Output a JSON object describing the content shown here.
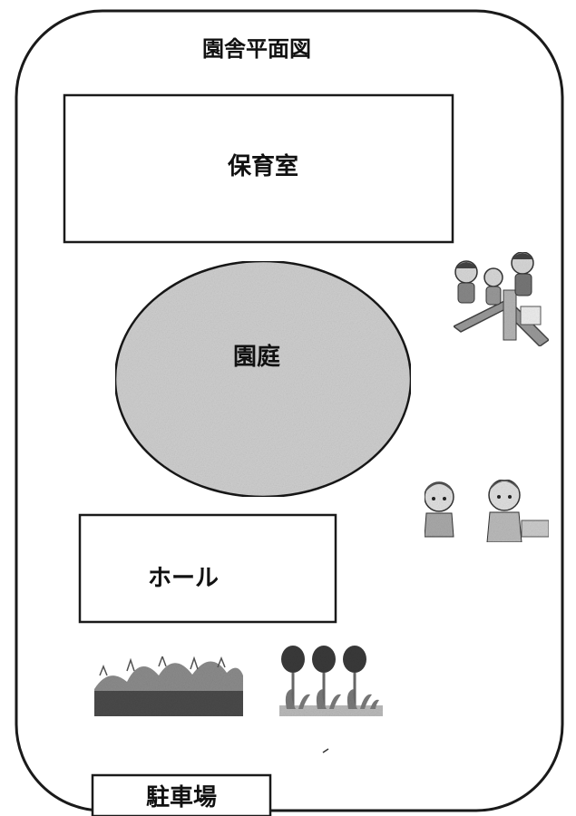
{
  "title": "園舎平面図",
  "rooms": {
    "nursery": "保育室",
    "garden": "園庭",
    "hall": "ホール",
    "parking": "駐車場"
  },
  "illustrations": {
    "children_slide": "children-on-slide-illustration",
    "children_sandbox": "children-playing-sand-illustration",
    "grass": "grass-bushes-illustration",
    "tulips": "tulip-flowers-illustration"
  },
  "colors": {
    "line": "#1a1a1a",
    "garden_fill": "#cfcfcf",
    "grass": "#8c8c8c",
    "grass_dark": "#4a4a4a",
    "tulip": "#3a3a3a",
    "stem": "#6a6a6a"
  }
}
